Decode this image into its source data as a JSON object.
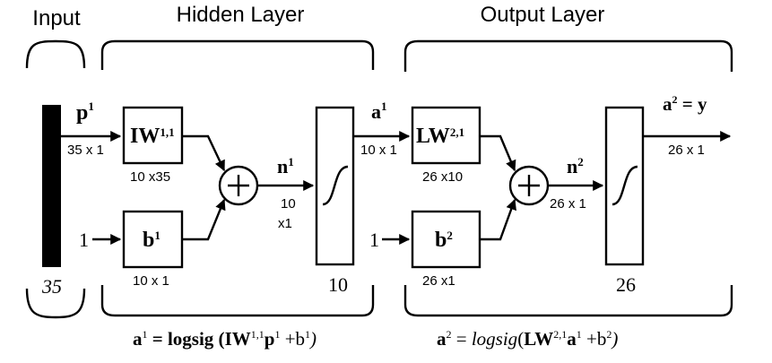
{
  "headers": {
    "input": "Input",
    "hidden": "Hidden Layer",
    "output": "Output Layer"
  },
  "input_layer": {
    "size": "35",
    "signal_label_base": "p",
    "signal_label_sup": "1",
    "signal_dims": "35 x 1",
    "bias_input": "1"
  },
  "hidden_layer": {
    "weight_base": "IW",
    "weight_sup": "1,1",
    "weight_dims": "10 x35",
    "bias_base": "b",
    "bias_sup": "1",
    "bias_dims": "10 x 1",
    "net_base": "n",
    "net_sup": "1",
    "net_dims_line1": "10",
    "net_dims_line2": "x1",
    "size": "10",
    "output_base": "a",
    "output_sup": "1",
    "output_dims": "10 x 1"
  },
  "output_layer": {
    "bias_input": "1",
    "weight_base": "LW",
    "weight_sup": "2,1",
    "weight_dims": "26 x10",
    "bias_base": "b",
    "bias_sup": "2",
    "bias_dims": "26 x1",
    "net_base": "n",
    "net_sup": "2",
    "net_dims": "26 x 1",
    "size": "26",
    "output_label_base": "a",
    "output_label_sup": "2",
    "output_label_rest": " = y",
    "output_dims": "26  x 1"
  },
  "equations": {
    "hidden": {
      "lhs": "a",
      "lhs_sup": "1",
      "eq": " = logsig (",
      "w": "IW",
      "w_sup": "1,1",
      "p": "p",
      "p_sup": "1",
      "plus": " +b",
      "b_sup": "1",
      "close": ")"
    },
    "output": {
      "lhs": "a",
      "lhs_sup": "2",
      "eq": " = ",
      "fn": "logsig",
      "open": "(",
      "w": "LW",
      "w_sup": "2,1",
      "a": "a",
      "a_sup": "1",
      "plus": " +b",
      "b_sup": "2",
      "close": ")"
    }
  }
}
